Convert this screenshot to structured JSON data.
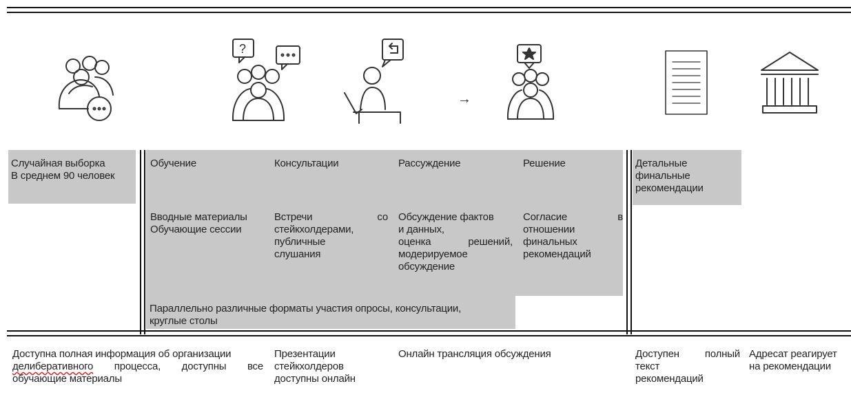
{
  "icons": {
    "group_chat": "group-with-speech-bubble-icon",
    "group_questions": "group-with-question-bubbles-icon",
    "presenter": "presenter-with-chart-icon",
    "arrow": "→",
    "group_decision": "group-with-star-bubble-icon",
    "document": "document-icon",
    "institution": "institution-building-icon"
  },
  "colors": {
    "panel_gray": "#c8c8c8",
    "lines": "#111111"
  },
  "sample": {
    "line1": "Случайная выборка",
    "line2": "В среднем 90 человек"
  },
  "stages": {
    "learning": {
      "title": "Обучение",
      "line1": "Вводные материалы",
      "line2": "Обучающие сессии"
    },
    "consult": {
      "title": "Консультации",
      "l1a": "Встречи",
      "l1b": "со",
      "line2": "стейкхолдерами,",
      "line3": "публичные",
      "line4": "слушания"
    },
    "deliberation": {
      "title": "Рассуждение",
      "line1": "Обсуждение фактов",
      "line2": "и данных,",
      "l3a": "оценка",
      "l3b": "решений,",
      "line4": "модерируемое",
      "line5": "обсуждение"
    },
    "decision": {
      "title": "Решение",
      "l1a": "Согласие",
      "l1b": "в",
      "line2": "отношении",
      "line3": "финальных",
      "line4": "рекомендаций"
    }
  },
  "parallel": {
    "line1": "Параллельно различные форматы участия опросы, консультации,",
    "line2": "круглые столы"
  },
  "final": {
    "line1": "Детальные",
    "line2": "финальные",
    "line3": "рекомендации"
  },
  "bottom": {
    "info_line1": "Доступна полная информация об организации",
    "info_w1": "делиберативного",
    "info_w2": "процесса,",
    "info_w3": "доступны",
    "info_w4": "все",
    "info_line3": "обучающие материалы",
    "present_line1": "Презентации",
    "present_line2": "стейкхолдеров",
    "present_line3": "доступны онлайн",
    "broadcast": "Онлайн трансляция обсуждения",
    "text_w1": "Доступен",
    "text_w2": "полный",
    "text_line2": "текст",
    "text_line3": "рекомендаций",
    "addressee_line1": "Адресат реагирует",
    "addressee_line2": "на рекомендации"
  }
}
